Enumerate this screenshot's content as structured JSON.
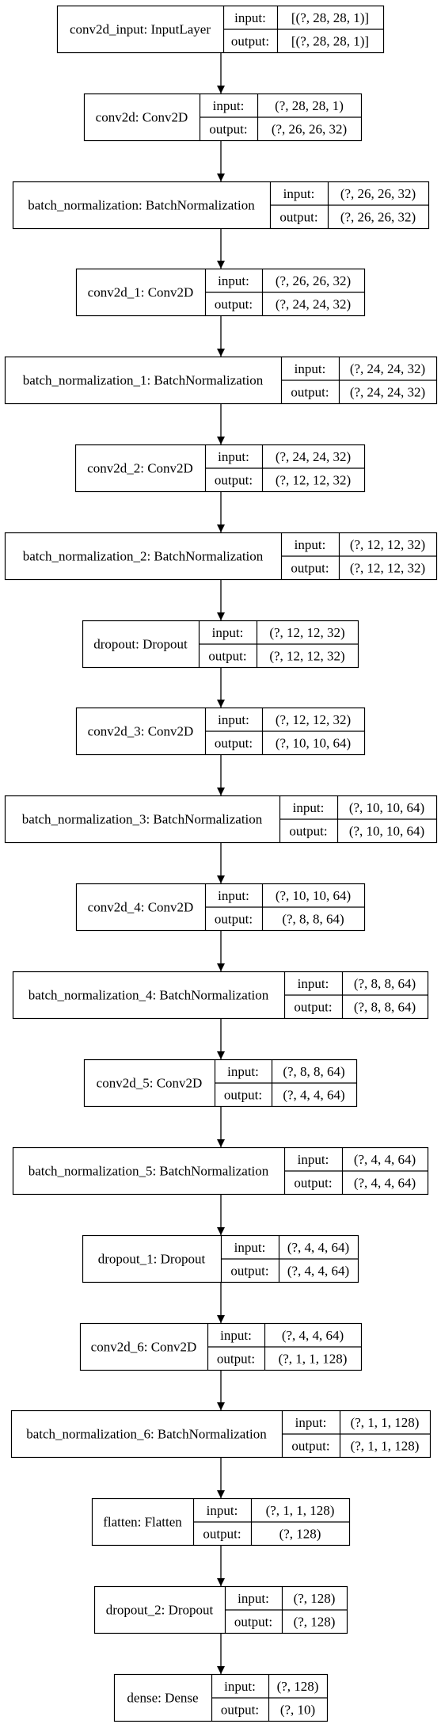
{
  "diagram": {
    "field_labels": {
      "input": "input:",
      "output": "output:"
    },
    "layers": [
      {
        "name": "conv2d_input: InputLayer",
        "input": "[(?, 28, 28, 1)]",
        "output": "[(?, 28, 28, 1)]"
      },
      {
        "name": "conv2d: Conv2D",
        "input": "(?, 28, 28, 1)",
        "output": "(?, 26, 26, 32)"
      },
      {
        "name": "batch_normalization: BatchNormalization",
        "input": "(?, 26, 26, 32)",
        "output": "(?, 26, 26, 32)"
      },
      {
        "name": "conv2d_1: Conv2D",
        "input": "(?, 26, 26, 32)",
        "output": "(?, 24, 24, 32)"
      },
      {
        "name": "batch_normalization_1: BatchNormalization",
        "input": "(?, 24, 24, 32)",
        "output": "(?, 24, 24, 32)"
      },
      {
        "name": "conv2d_2: Conv2D",
        "input": "(?, 24, 24, 32)",
        "output": "(?, 12, 12, 32)"
      },
      {
        "name": "batch_normalization_2: BatchNormalization",
        "input": "(?, 12, 12, 32)",
        "output": "(?, 12, 12, 32)"
      },
      {
        "name": "dropout: Dropout",
        "input": "(?, 12, 12, 32)",
        "output": "(?, 12, 12, 32)"
      },
      {
        "name": "conv2d_3: Conv2D",
        "input": "(?, 12, 12, 32)",
        "output": "(?, 10, 10, 64)"
      },
      {
        "name": "batch_normalization_3: BatchNormalization",
        "input": "(?, 10, 10, 64)",
        "output": "(?, 10, 10, 64)"
      },
      {
        "name": "conv2d_4: Conv2D",
        "input": "(?, 10, 10, 64)",
        "output": "(?, 8, 8, 64)"
      },
      {
        "name": "batch_normalization_4: BatchNormalization",
        "input": "(?, 8, 8, 64)",
        "output": "(?, 8, 8, 64)"
      },
      {
        "name": "conv2d_5: Conv2D",
        "input": "(?, 8, 8, 64)",
        "output": "(?, 4, 4, 64)"
      },
      {
        "name": "batch_normalization_5: BatchNormalization",
        "input": "(?, 4, 4, 64)",
        "output": "(?, 4, 4, 64)"
      },
      {
        "name": "dropout_1: Dropout",
        "input": "(?, 4, 4, 64)",
        "output": "(?, 4, 4, 64)"
      },
      {
        "name": "conv2d_6: Conv2D",
        "input": "(?, 4, 4, 64)",
        "output": "(?, 1, 1, 128)"
      },
      {
        "name": "batch_normalization_6: BatchNormalization",
        "input": "(?, 1, 1, 128)",
        "output": "(?, 1, 1, 128)"
      },
      {
        "name": "flatten: Flatten",
        "input": "(?, 1, 1, 128)",
        "output": "(?, 128)"
      },
      {
        "name": "dropout_2: Dropout",
        "input": "(?, 128)",
        "output": "(?, 128)"
      },
      {
        "name": "dense: Dense",
        "input": "(?, 128)",
        "output": "(?, 10)"
      }
    ]
  }
}
